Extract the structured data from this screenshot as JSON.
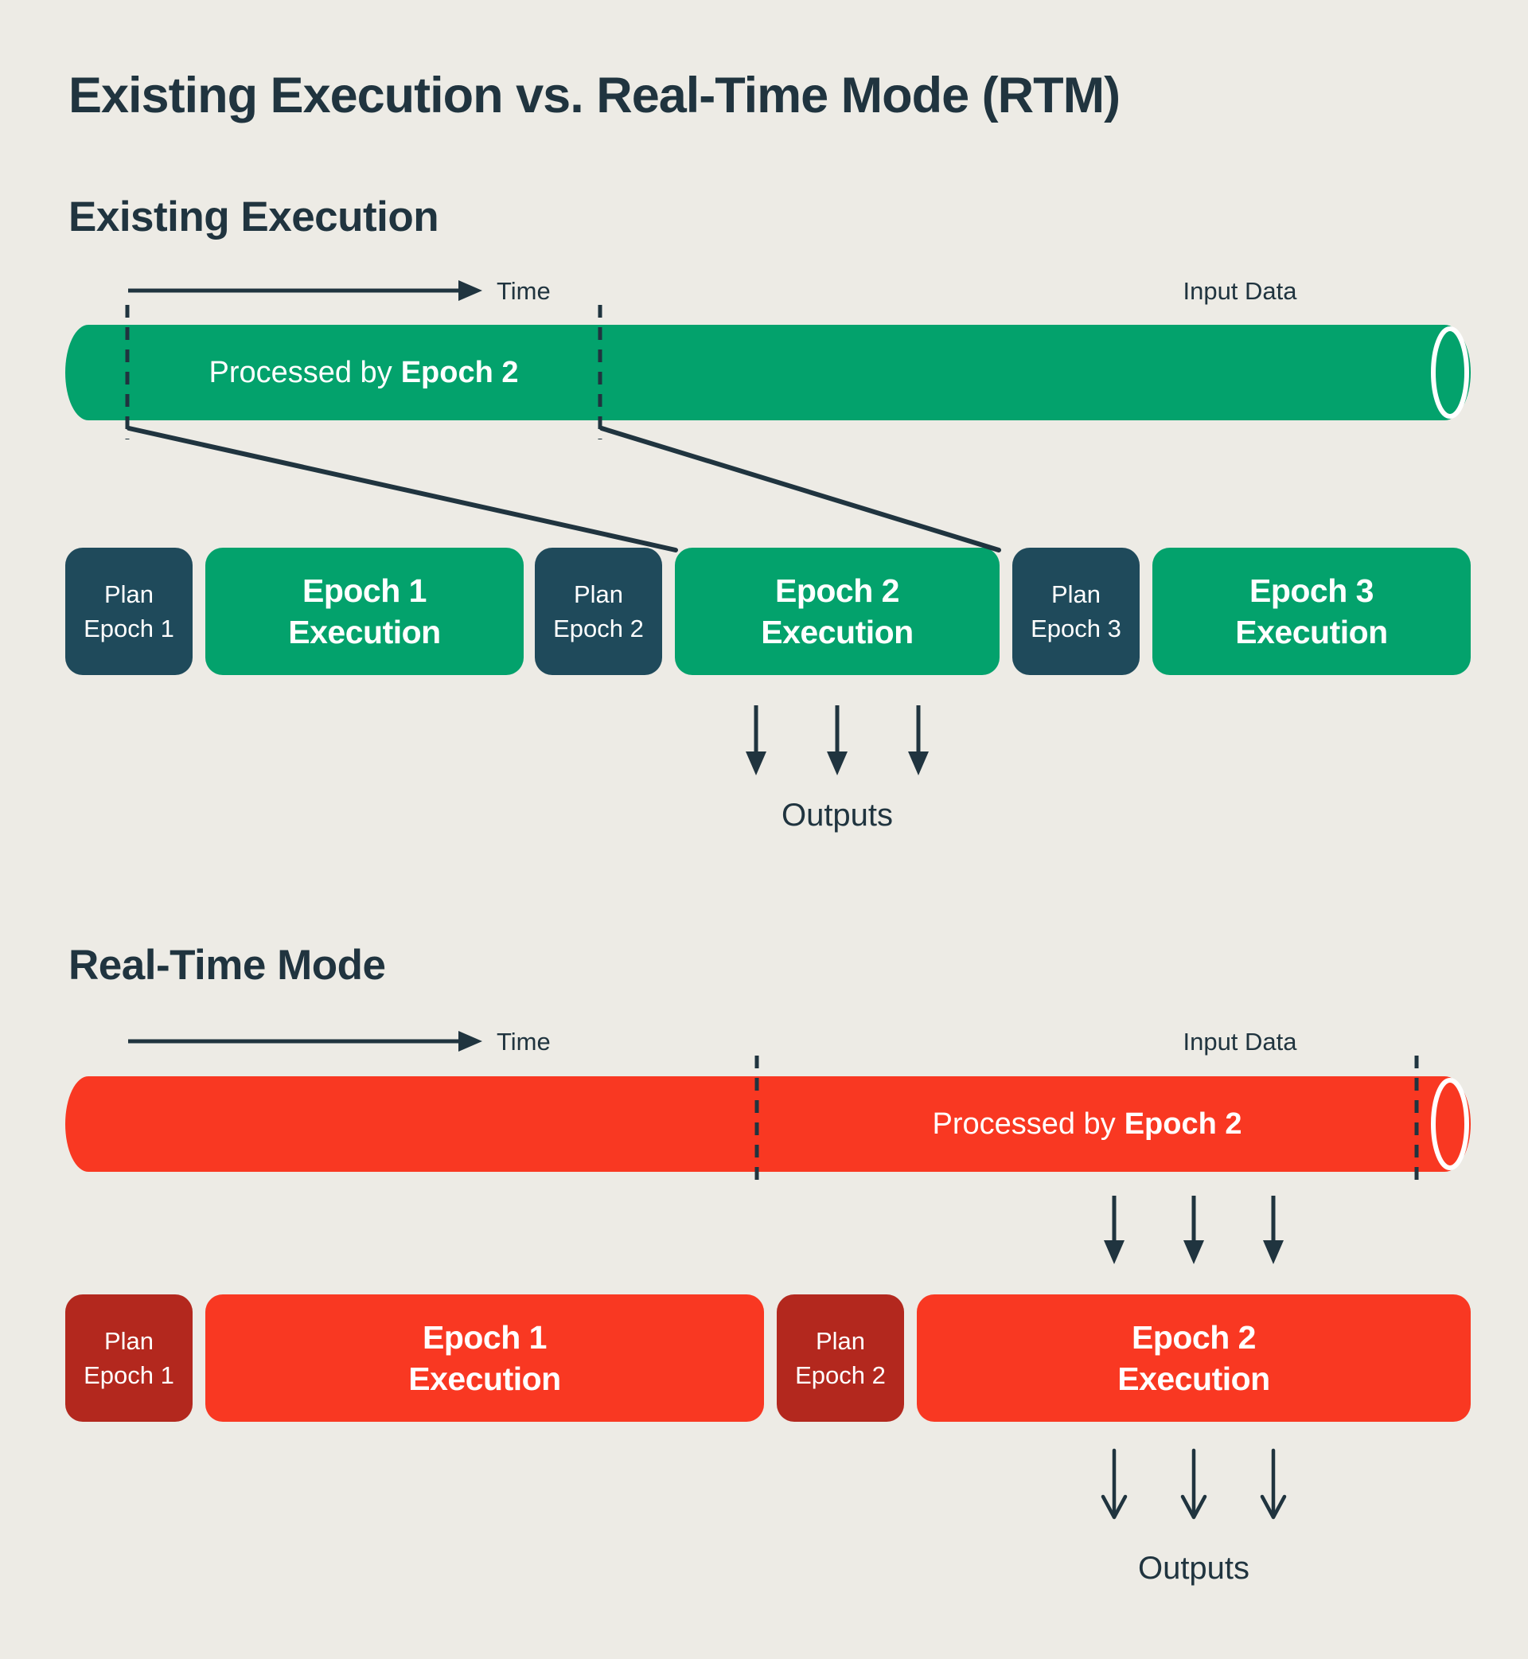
{
  "title": "Existing Execution vs. Real-Time Mode (RTM)",
  "colors": {
    "background": "#EDEBE5",
    "ink": "#20343F",
    "green": "#03A26C",
    "dark_teal": "#1F4A5B",
    "red": "#F93822",
    "dark_red": "#B3281E",
    "pipe_text_color": "#FFFFFF"
  },
  "sections": [
    {
      "heading": "Existing Execution",
      "time_label": "Time",
      "input_data_label": "Input Data",
      "pipe_text": "Processed by",
      "pipe_text_epoch": "Epoch 2",
      "outputs_label": "Outputs",
      "boxes": [
        {
          "line1": "Plan",
          "line2": "Epoch 1"
        },
        {
          "line1": "Epoch 1",
          "line2": "Execution"
        },
        {
          "line1": "Plan",
          "line2": "Epoch 2"
        },
        {
          "line1": "Epoch 2",
          "line2": "Execution"
        },
        {
          "line1": "Plan",
          "line2": "Epoch 3"
        },
        {
          "line1": "Epoch 3",
          "line2": "Execution"
        }
      ]
    },
    {
      "heading": "Real-Time Mode",
      "time_label": "Time",
      "input_data_label": "Input Data",
      "pipe_text": "Processed by",
      "pipe_text_epoch": "Epoch 2",
      "outputs_label": "Outputs",
      "boxes": [
        {
          "line1": "Plan",
          "line2": "Epoch 1"
        },
        {
          "line1": "Epoch 1",
          "line2": "Execution"
        },
        {
          "line1": "Plan",
          "line2": "Epoch 2"
        },
        {
          "line1": "Epoch 2",
          "line2": "Execution"
        }
      ]
    }
  ]
}
